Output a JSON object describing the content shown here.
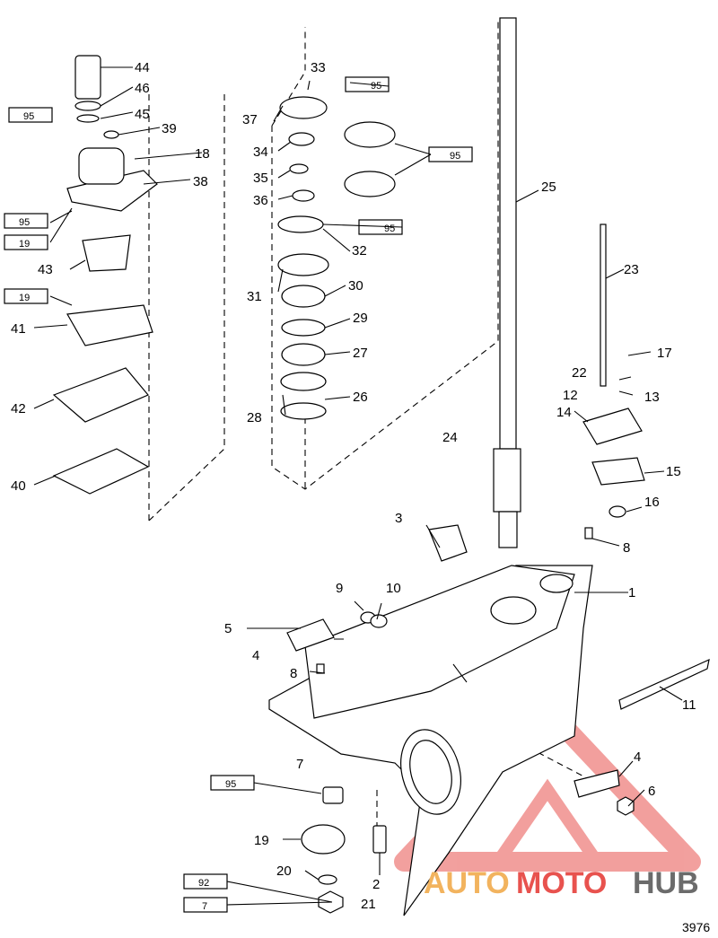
{
  "diagram": {
    "labels": [
      "1",
      "2",
      "3",
      "4",
      "4",
      "5",
      "6",
      "7",
      "8",
      "8",
      "9",
      "10",
      "11",
      "12",
      "13",
      "14",
      "15",
      "16",
      "17",
      "18",
      "19",
      "20",
      "21",
      "22",
      "23",
      "24",
      "25",
      "26",
      "27",
      "28",
      "29",
      "30",
      "31",
      "32",
      "33",
      "34",
      "35",
      "36",
      "37",
      "38",
      "39",
      "40",
      "41",
      "42",
      "43",
      "44",
      "45",
      "46"
    ],
    "tubes": [
      "95",
      "95",
      "19",
      "95",
      "19",
      "95",
      "95",
      "95",
      "92",
      "7"
    ],
    "code": "3976"
  },
  "watermark": {
    "part1": "AUTO",
    "part2": "MOTO",
    "part3": "HUB",
    "colors": {
      "orange": "#f2b35e",
      "red": "#e8524e",
      "gray": "#6b6b6b"
    }
  }
}
